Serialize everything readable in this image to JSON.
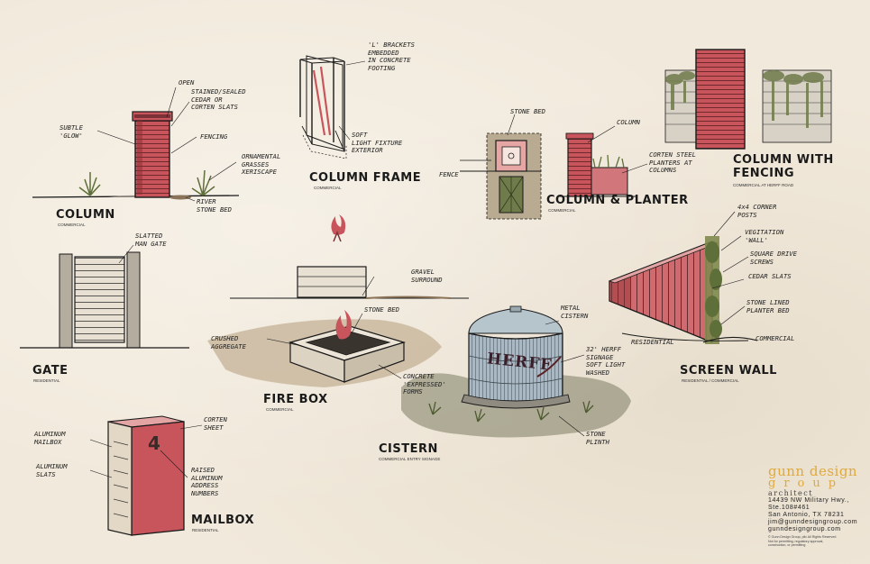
{
  "titles": {
    "column": "COLUMN",
    "column_frame": "COLUMN FRAME",
    "column_planter": "COLUMN & PLANTER",
    "column_fencing": "COLUMN WITH\nFENCING",
    "gate": "GATE",
    "fire_box": "FIRE BOX",
    "cistern": "CISTERN",
    "screen_wall": "SCREEN WALL",
    "mailbox": "MAILBOX"
  },
  "subtitles": {
    "column": "commercial",
    "column_frame": "commercial",
    "column_planter": "commercial",
    "column_fencing": "COMMERCIAL AT HERFF ROAD",
    "gate": "residential",
    "fire_box": "commercial",
    "cistern": "COMMERCIAL ENTRY SIGNAGE",
    "screen_wall": "RESIDENTIAL / COMMERCIAL",
    "mailbox": "residential"
  },
  "notes": {
    "column_open": "OPEN",
    "column_slats": "STAINED/SEALED\nCEDAR OR\nCORTEN SLATS",
    "column_glow": "SUBTLE\n'GLOW'",
    "column_fencing_note": "FENCING",
    "column_grasses": "ORNAMENTAL\nGRASSES\nXERISCAPE",
    "column_river": "RIVER\nSTONE BED",
    "frame_brackets": "'L' BRACKETS\nEMBEDDED\nIN CONCRETE\nFOOTING",
    "frame_light": "SOFT\nLIGHT FIXTURE\nEXTERIOR",
    "planter_stonebed": "STONE BED",
    "planter_column": "COLUMN",
    "planter_fence": "FENCE",
    "planter_corten": "CORTEN STEEL\nPLANTERS AT\nCOLUMNS",
    "gate_slatted": "SLATTED\nMAN GATE",
    "fire_gravel": "GRAVEL\nSURROUND",
    "fire_stonebed": "STONE BED",
    "fire_aggregate": "CRUSHED\nAGGREGATE",
    "fire_concrete": "CONCRETE\n'EXPRESSED'\nFORMS",
    "cistern_metal": "METAL\nCISTERN",
    "cistern_signage": "32' HERFF\nSIGNAGE\nSOFT LIGHT\nWASHED",
    "cistern_plinth": "STONE\nPLINTH",
    "cistern_mark": "HERFF",
    "screen_corner": "4x4 CORNER\nPOSTS",
    "screen_veg": "VEGITATION\n'WALL'",
    "screen_square": "SQUARE DRIVE\nSCREWS",
    "screen_cedar": "CEDAR SLATS",
    "screen_planter": "STONE LINED\nPLANTER BED",
    "screen_residential": "RESIDENTIAL",
    "screen_commercial": "COMMERCIAL",
    "mail_corten": "CORTEN\nSHEET",
    "mail_mailbox": "ALUMINUM\nMAILBOX",
    "mail_slats": "ALUMINUM\nSLATS",
    "mail_raised": "RAISED\nALUMINUM\nADDRESS\nNUMBERS",
    "mail_number": "4"
  },
  "firm": {
    "logo_line1": "gunn design",
    "logo_line2": "group",
    "logo_line3": "architect",
    "address": "14439 NW Military Hwy.,\nSte.108#461\nSan Antonio, TX 78231\njim@gunndesigngroup.com\ngunndesigngroup.com",
    "legal": "© Gunn Design Group, pllc All Rights Reserved\nNot for permitting, regulatory approval,\nconstruction, or permitting"
  },
  "colors": {
    "paper": "#f1e9db",
    "ink": "#1a1a1a",
    "red_marker": "#c9555c",
    "pink_marker": "#e3a4a4",
    "grey_marker": "#b5aca0",
    "brown_ground": "#8a7358",
    "green_plant": "#6f7b4a",
    "cistern_blue": "#9fb7c9",
    "logo_gold": "#e0a93a"
  }
}
